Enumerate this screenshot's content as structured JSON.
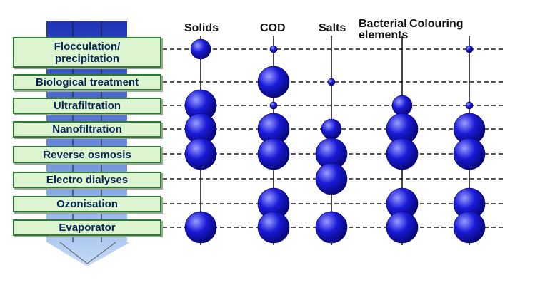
{
  "processes": [
    {
      "id": "flocculation",
      "label": "Flocculation /\nprecipitation"
    },
    {
      "id": "biological",
      "label": "Biological treatment"
    },
    {
      "id": "ultrafiltration",
      "label": "Ultrafiltration"
    },
    {
      "id": "nanofiltration",
      "label": "Nanofiltration"
    },
    {
      "id": "reverse-osmosis",
      "label": "Reverse osmosis"
    },
    {
      "id": "electro-dialyses",
      "label": "Electro dialyses"
    },
    {
      "id": "ozonisation",
      "label": "Ozonisation"
    },
    {
      "id": "evaporator",
      "label": "Evaporator"
    }
  ],
  "columns": [
    {
      "id": "solids",
      "label": "Solids"
    },
    {
      "id": "cod",
      "label": "COD"
    },
    {
      "id": "salts",
      "label": "Salts"
    },
    {
      "id": "bacterial",
      "label": "Bacterial\nelements"
    },
    {
      "id": "colouring",
      "label": "Colouring"
    }
  ],
  "effectiveness_levels": [
    "none",
    "small",
    "medium",
    "large"
  ],
  "matrix": {
    "flocculation": [
      "medium",
      "small",
      "none",
      "none",
      "small"
    ],
    "biological": [
      "none",
      "large",
      "small",
      "none",
      "none"
    ],
    "ultrafiltration": [
      "large",
      "small",
      "none",
      "medium",
      "small"
    ],
    "nanofiltration": [
      "large",
      "large",
      "medium",
      "large",
      "large"
    ],
    "reverse-osmosis": [
      "large",
      "large",
      "large",
      "large",
      "large"
    ],
    "electro-dialyses": [
      "none",
      "none",
      "large",
      "none",
      "none"
    ],
    "ozonisation": [
      "none",
      "large",
      "none",
      "large",
      "large"
    ],
    "evaporator": [
      "large",
      "large",
      "large",
      "large",
      "large"
    ]
  },
  "colors": {
    "box_fill": "#dcf5d0",
    "box_border": "#2f7a33",
    "box_text": "#062452",
    "ball": "#1010c8",
    "ball_highlight": "#9a9cff",
    "lines": "#1a1a1a",
    "arrow_dark": "#1e33b8",
    "arrow_light": "#c5dcf5"
  }
}
